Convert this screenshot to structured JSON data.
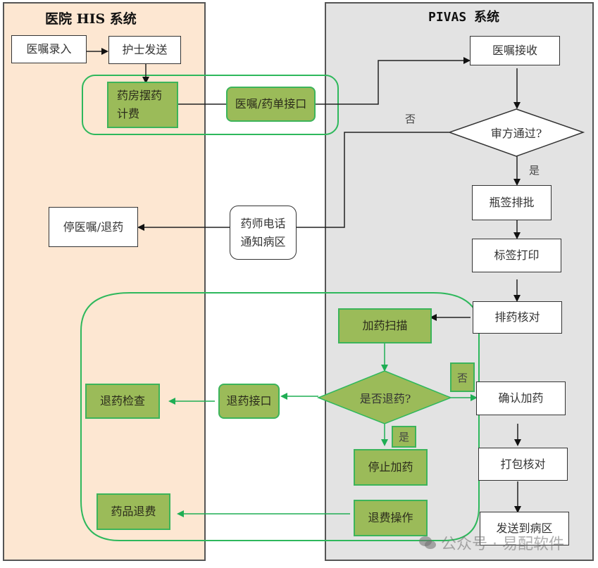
{
  "lanes": {
    "his": {
      "title": "医院 HIS 系统",
      "color": "#fde7d2"
    },
    "pivas": {
      "title": "PIVAS 系统",
      "color": "#e3e3e3"
    }
  },
  "colors": {
    "green_fill": "#9bbb59",
    "green_stroke": "#2eb85c",
    "line": "#222222"
  },
  "nodes": {
    "order_entry": "医嘱录入",
    "nurse_send": "护士发送",
    "pharmacy_billing_1": "药房摆药",
    "pharmacy_billing_2": "计费",
    "order_interface": "医嘱/药单接口",
    "order_receive": "医嘱接收",
    "review_pass": "审方通过?",
    "label_no_1": "否",
    "label_yes_1": "是",
    "bottle_batch": "瓶签排批",
    "label_print": "标签打印",
    "stop_order": "停医嘱/退药",
    "pharmacist_call_1": "药师电话",
    "pharmacist_call_2": "通知病区",
    "dispense_check": "排药核对",
    "add_scan": "加药扫描",
    "is_return": "是否退药?",
    "label_no_2": "否",
    "label_yes_2": "是",
    "confirm_add": "确认加药",
    "return_interface": "退药接口",
    "return_check": "退药检查",
    "stop_add": "停止加药",
    "pack_check": "打包核对",
    "refund_op": "退费操作",
    "drug_refund": "药品退费",
    "send_ward": "发送到病区"
  },
  "watermark": {
    "icon": "wechat-icon",
    "text": "公众号 · 易配软件"
  }
}
